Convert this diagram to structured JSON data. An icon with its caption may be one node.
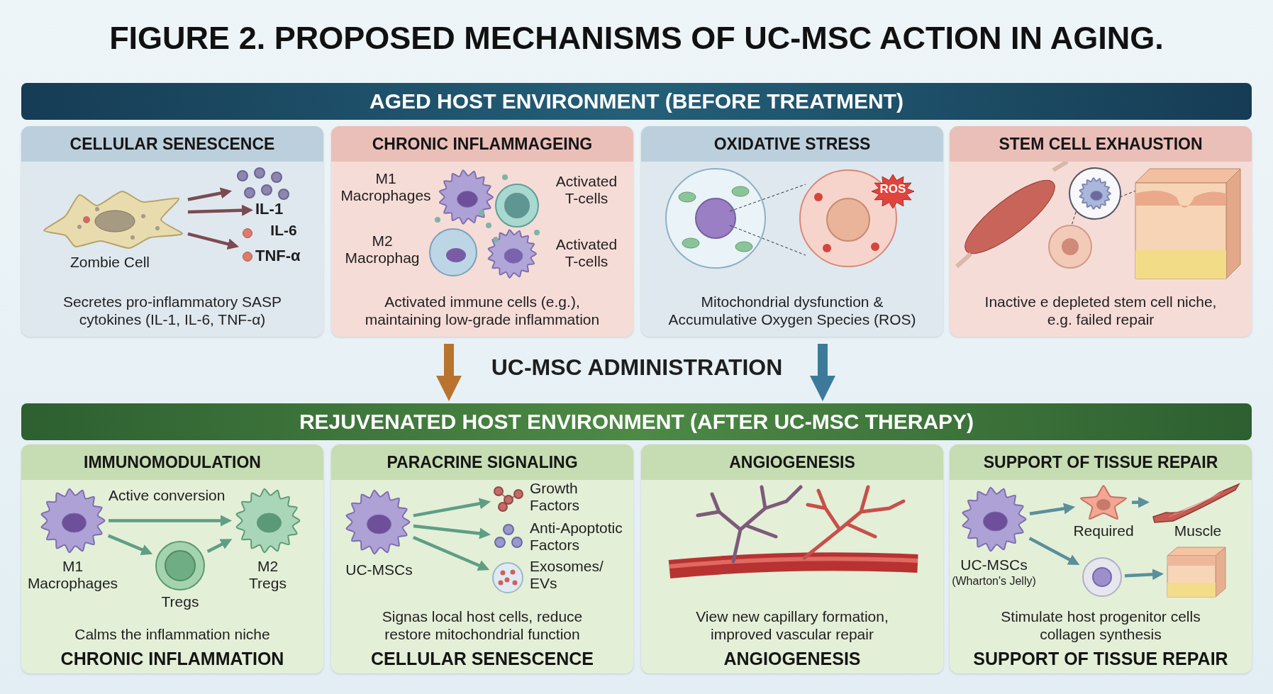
{
  "diagram": {
    "title": "FIGURE 2. PROPOSED MECHANISMS OF UC-MSC ACTION IN AGING.",
    "nodes": [
      {
        "text": [
          "AGED HOST ENVIRONMENT (BEFORE TREATMENT)"
        ]
      },
      {
        "text": [
          "CELLULAR SENESCENCE",
          "Secretes pro-inflammatory SASP cytokines (IL-1, IL-6, TNF-α)"
        ]
      },
      {
        "text": [],
        "shape": "picture",
        "in": 1,
        "beside": [
          "Zombie Cell"
        ]
      },
      {
        "text": [],
        "shape": "circle",
        "in": 1
      },
      {
        "text": [
          "IL-1"
        ],
        "in": 1
      },
      {
        "text": [
          "TNF-α"
        ],
        "in": 1
      },
      {
        "text": [
          "CHRONIC INFLAMMAGEING",
          "Activated immune cells (e.g.), maintaining low-grade inflammation"
        ]
      },
      {
        "text": [
          "OXIDATIVE STRESS",
          "Mitochondrial dysfunction & Accumulative Oxygen Species (ROS)"
        ]
      },
      {
        "text": [
          "STEM CELL EXHAUSTION",
          "Inactive e depleted stem cell niche, e.g. failed repair"
        ]
      },
      {
        "text": [
          "REJUVENATED HOST ENVIRONMENT (AFTER UC-MSC THERAPY)"
        ]
      },
      {
        "text": [
          "IMMUNOMODULATION",
          "Calms the inflammation niche",
          "CHRONIC INFLAMMATION"
        ]
      },
      {
        "text": [],
        "shape": "picture",
        "in": 10,
        "beside": [
          "M1 Macrophages"
        ]
      },
      {
        "text": [],
        "shape": "circle",
        "in": 10,
        "beside": [
          "Tregs"
        ]
      },
      {
        "text": [],
        "shape": "picture",
        "in": 10,
        "beside": [
          "M2 Tregs"
        ]
      },
      {
        "text": [
          "PARACRINE SIGNALING",
          "Signas local host cells, reduce restore mitochondrial function",
          "CELLULAR SENESCENCE"
        ]
      },
      {
        "text": [],
        "shape": "picture",
        "in": 14,
        "beside": [
          "UC-MSCs"
        ]
      },
      {
        "text": [],
        "shape": "picture",
        "in": 14,
        "beside": [
          "Growth Factors"
        ]
      },
      {
        "text": [],
        "shape": "picture",
        "in": 14,
        "beside": [
          "Anti-Apoptotic Factors"
        ]
      },
      {
        "text": [],
        "shape": "circle",
        "in": 14,
        "beside": [
          "Exosomes/ EVs"
        ]
      },
      {
        "text": [
          "ANGIOGENESIS",
          "View new capillary formation, improved vascular repair",
          "ANGIOGENESIS"
        ]
      },
      {
        "text": [
          "SUPPORT OF TISSUE REPAIR",
          "Stimulate host progenitor cells collagen synthesis",
          "SUPPORT OF TISSUE REPAIR"
        ]
      },
      {
        "text": [],
        "shape": "picture",
        "in": 20,
        "beside": [
          "UC-MSCs",
          "(Wharton's Jelly)"
        ]
      },
      {
        "text": [],
        "shape": "picture",
        "in": 20,
        "beside": [
          "Required"
        ]
      },
      {
        "text": [],
        "shape": "picture",
        "in": 20,
        "beside": [
          "Muscle"
        ]
      },
      {
        "text": [],
        "shape": "circle",
        "in": 20
      },
      {
        "text": [],
        "shape": "picture",
        "in": 20
      }
    ],
    "edges": [
      {
        "from": 2,
        "to": 3,
        "arrow": "to",
        "color": "#7b4b52"
      },
      {
        "from": 2,
        "to": 4,
        "arrow": "to",
        "color": "#7b4b52"
      },
      {
        "from": 2,
        "to": 5,
        "arrow": "to",
        "color": "#7b4b52"
      },
      {
        "from": 6,
        "to": 9,
        "arrow": "to",
        "style": "thick",
        "color": "#b8742e"
      },
      {
        "from": 7,
        "to": 9,
        "arrow": "to",
        "style": "thick",
        "color": "#3d7a9a"
      },
      {
        "from": 11,
        "to": 13,
        "arrow": "to",
        "label": "Active conversion"
      },
      {
        "from": 11,
        "to": 12,
        "arrow": "to"
      },
      {
        "from": 12,
        "to": 13,
        "arrow": "to"
      },
      {
        "from": 15,
        "to": 16,
        "arrow": "to"
      },
      {
        "from": 15,
        "to": 17,
        "arrow": "to"
      },
      {
        "from": 15,
        "to": 18,
        "arrow": "to"
      },
      {
        "from": 21,
        "to": 22,
        "arrow": "to",
        "color": "#5b8f9c"
      },
      {
        "from": 21,
        "to": 24,
        "arrow": "to",
        "color": "#5b8f9c"
      },
      {
        "from": 22,
        "to": 23,
        "arrow": "to",
        "color": "#5b8f9c"
      },
      {
        "from": 24,
        "to": 25,
        "arrow": "to",
        "color": "#5b8f9c"
      }
    ],
    "labels": [
      "IL-6",
      "M1 Macrophages",
      "Activated T-cells",
      "M2 Macrophag",
      "Activated T-cells",
      "ROS",
      "UC-MSC ADMINISTRATION"
    ]
  }
}
